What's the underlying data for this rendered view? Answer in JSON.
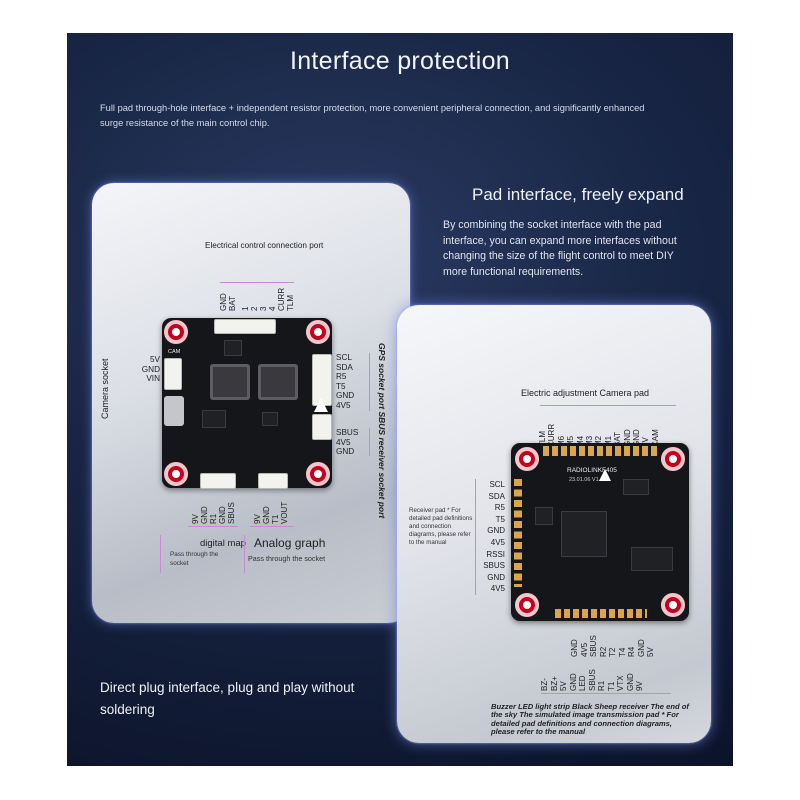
{
  "title": "Interface protection",
  "intro": "Full pad through-hole interface + independent resistor protection, more convenient peripheral connection, and significantly enhanced surge resistance of the main control chip.",
  "right_heading": "Pad interface, freely expand",
  "right_desc": "By combining the socket interface with the pad interface, you can expand more interfaces without changing the size of the flight control to meet DIY more functional requirements.",
  "bottom_text": "Direct plug interface, plug and play without soldering",
  "left_card": {
    "esc_label": "Electrical control connection port",
    "esc_pins": [
      "GND",
      "BAT",
      "1",
      "2",
      "3",
      "4",
      "CURR",
      "TLM"
    ],
    "camera_label": "Camera socket",
    "camera_pins": [
      "5V",
      "GND",
      "VIN"
    ],
    "cam_tag": "CAM",
    "gps_pins": [
      "SCL",
      "SDA",
      "R5",
      "T5",
      "GND",
      "4V5"
    ],
    "sbus_pins": [
      "SBUS",
      "4V5",
      "GND"
    ],
    "side_label": "GPS socket port SBUS receiver socket port",
    "digital_pins": [
      "9V",
      "GND",
      "R1",
      "GND",
      "SBUS"
    ],
    "analog_pins": [
      "9V",
      "GND",
      "T1",
      "VOUT"
    ],
    "digital_label": "digital map",
    "digital_sub": "Pass through the socket",
    "analog_label": "Analog graph",
    "analog_sub": "Pass through the socket"
  },
  "right_card": {
    "top_label": "Electric adjustment Camera pad",
    "top_pins": [
      "TLM",
      "CURR",
      "M6",
      "M5",
      "M4",
      "M3",
      "M2",
      "M1",
      "BAT",
      "GND",
      "GND",
      "5V",
      "CAM"
    ],
    "left_pins": [
      "SCL",
      "SDA",
      "R5",
      "T5",
      "GND",
      "4V5",
      "RSSI",
      "SBUS",
      "GND",
      "4V5"
    ],
    "receiver_note": "Receiver pad * For detailed pad definitions and connection diagrams, please refer to the manual",
    "bottom_row1": [
      "GND",
      "4V5",
      "SBUS",
      "R2",
      "T2",
      "T4",
      "R4",
      "GND",
      "5V"
    ],
    "bottom_row2": [
      "BZ-",
      "BZ+",
      "5V",
      "GND",
      "LED",
      "SBUS",
      "R1",
      "T1",
      "VTX",
      "GND",
      "9V"
    ],
    "board_text": "RADIOLINKF405",
    "board_text2": "23.01.06  V1.0",
    "foot_note": "Buzzer LED light strip Black Sheep receiver The end of the sky The simulated image transmission pad * For detailed pad definitions and connection diagrams, please refer to the manual"
  }
}
